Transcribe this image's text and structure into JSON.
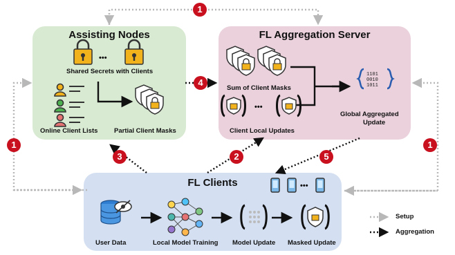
{
  "assisting_nodes": {
    "title": "Assisting Nodes",
    "shared_secrets": "Shared Secrets with Clients",
    "online_clients": "Online Client Lists",
    "partial_masks": "Partial Client Masks",
    "ellipsis": "•••"
  },
  "server": {
    "title": "FL Aggregation Server",
    "sum_masks": "Sum of Client Masks",
    "local_updates": "Client Local Updates",
    "global_update_line1": "Global Aggregated",
    "global_update_line2": "Update",
    "ellipsis": "•••"
  },
  "clients": {
    "title": "FL Clients",
    "user_data": "User Data",
    "local_training": "Local Model Training",
    "model_update": "Model Update",
    "masked_update": "Masked Update",
    "ellipsis": "•••"
  },
  "steps": [
    "1",
    "1",
    "1",
    "2",
    "3",
    "4",
    "5"
  ],
  "legend": {
    "setup": "Setup",
    "aggregation": "Aggregation"
  },
  "colors": {
    "assisting_bg": "#d9ead3",
    "server_bg": "#ead1dc",
    "clients_bg": "#d4e0f2",
    "badge": "#c8101e",
    "lock": "#f2b21c"
  }
}
